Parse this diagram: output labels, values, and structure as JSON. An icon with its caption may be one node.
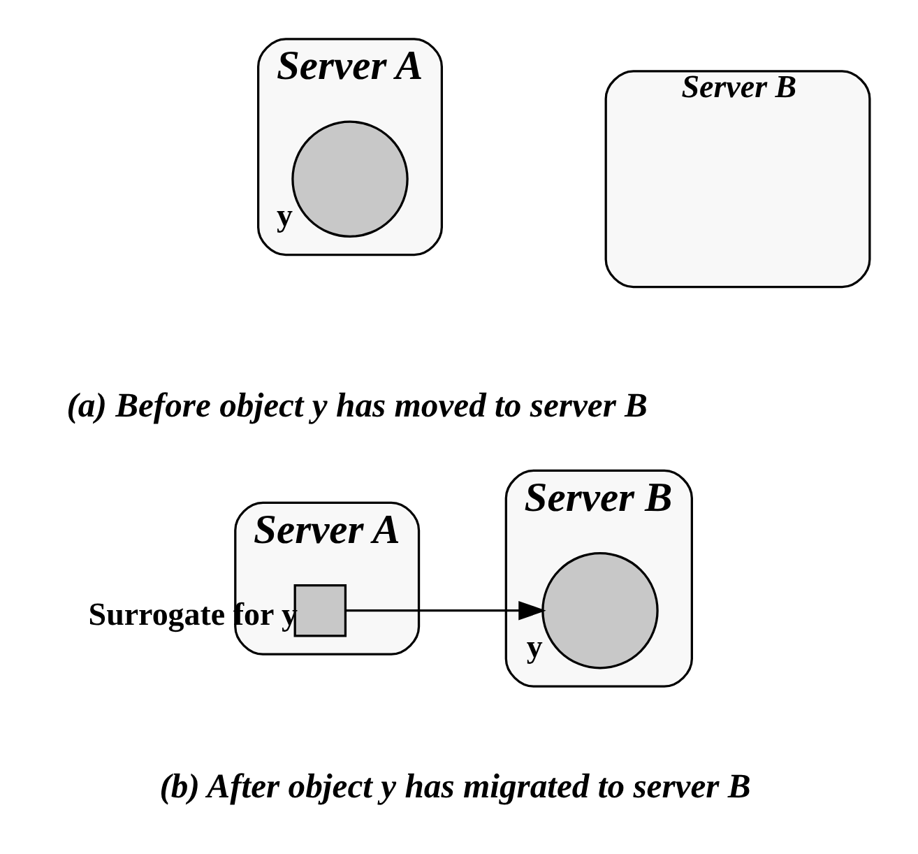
{
  "diagram": {
    "nodes": [
      {
        "text": [
          "Server A"
        ]
      },
      {
        "text": [],
        "shape": "circle",
        "in": 0,
        "beside": [
          "y"
        ]
      },
      {
        "text": [
          "Server B"
        ]
      },
      {
        "text": [
          "Server A"
        ]
      },
      {
        "text": [],
        "shape": "box",
        "in": 3,
        "beside": [
          "Surrogate for y"
        ]
      },
      {
        "text": [
          "Server B"
        ]
      },
      {
        "text": [],
        "shape": "circle",
        "in": 5,
        "beside": [
          "y"
        ]
      }
    ],
    "edges": [
      {
        "from": 4,
        "to": 6,
        "arrow": "to"
      }
    ],
    "labels": [
      "(a) Before object y has moved to server B",
      "(b) After object y has migrated to server B"
    ]
  }
}
